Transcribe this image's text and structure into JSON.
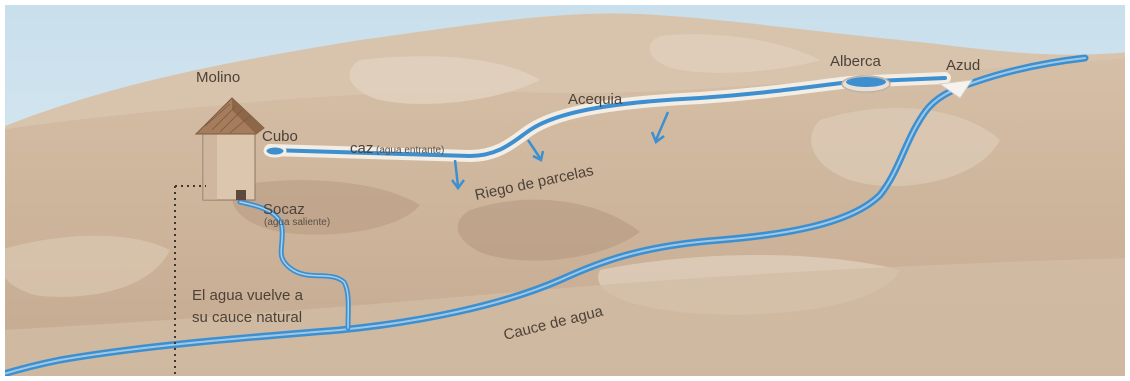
{
  "labels": {
    "molino": "Molino",
    "cubo": "Cubo",
    "caz": "caz",
    "caz_note": "(agua entrante)",
    "acequia": "Acequia",
    "alberca": "Alberca",
    "azud": "Azud",
    "riego": "Riego de parcelas",
    "socaz": "Socaz",
    "socaz_note": "(agua saliente)",
    "vuelve_line1": "El agua vuelve a",
    "vuelve_line2": "su cauce natural",
    "cauce": "Cauce de agua"
  },
  "colors": {
    "sky": "#d5e6ef",
    "water": "#3d8fd0",
    "water_light": "#9cc8e6",
    "canal_wall": "#f1ebe3",
    "terrain": "#c8af95",
    "text": "#4d4238"
  }
}
